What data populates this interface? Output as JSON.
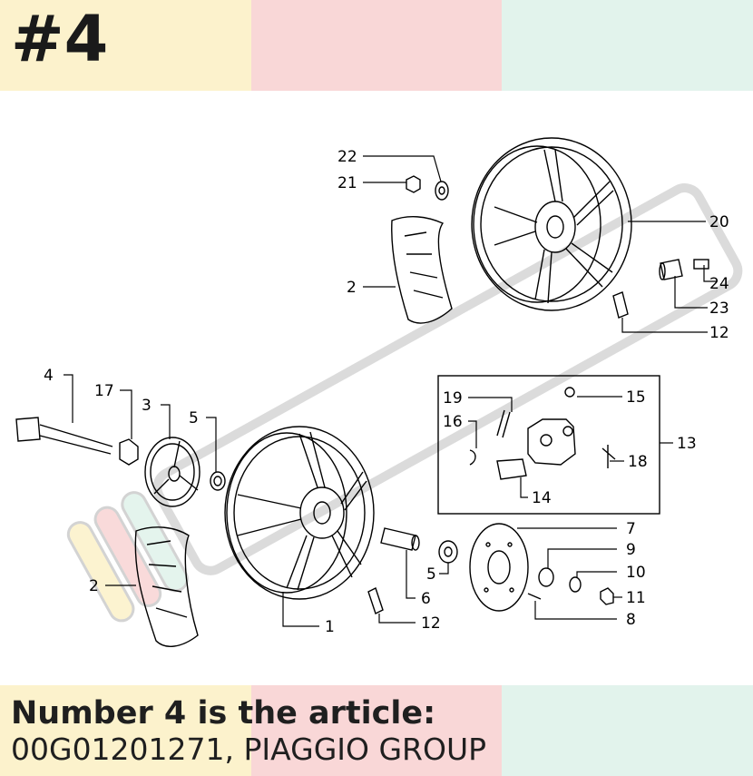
{
  "header": {
    "badge": "#4",
    "band_colors": [
      "#fcf2cc",
      "#f9d7d7",
      "#e2f3ec"
    ]
  },
  "diagram": {
    "callouts": [
      {
        "id": "c22",
        "text": "22"
      },
      {
        "id": "c21",
        "text": "21"
      },
      {
        "id": "c20",
        "text": "20"
      },
      {
        "id": "c2a",
        "text": "2"
      },
      {
        "id": "c24",
        "text": "24"
      },
      {
        "id": "c23",
        "text": "23"
      },
      {
        "id": "c12a",
        "text": "12"
      },
      {
        "id": "c4",
        "text": "4"
      },
      {
        "id": "c17",
        "text": "17"
      },
      {
        "id": "c3",
        "text": "3"
      },
      {
        "id": "c5a",
        "text": "5"
      },
      {
        "id": "c19",
        "text": "19"
      },
      {
        "id": "c15",
        "text": "15"
      },
      {
        "id": "c16",
        "text": "16"
      },
      {
        "id": "c13",
        "text": "13"
      },
      {
        "id": "c18",
        "text": "18"
      },
      {
        "id": "c14",
        "text": "14"
      },
      {
        "id": "c7",
        "text": "7"
      },
      {
        "id": "c9",
        "text": "9"
      },
      {
        "id": "c5b",
        "text": "5"
      },
      {
        "id": "c10",
        "text": "10"
      },
      {
        "id": "c2b",
        "text": "2"
      },
      {
        "id": "c6",
        "text": "6"
      },
      {
        "id": "c11",
        "text": "11"
      },
      {
        "id": "c8",
        "text": "8"
      },
      {
        "id": "c12b",
        "text": "12"
      },
      {
        "id": "c1",
        "text": "1"
      }
    ],
    "watermark_colors": [
      "#fcf2cc",
      "#f9d7d7",
      "#e2f3ec"
    ]
  },
  "caption": {
    "line1": "Number 4 is the article:",
    "line2": "00G01201271, PIAGGIO GROUP"
  }
}
